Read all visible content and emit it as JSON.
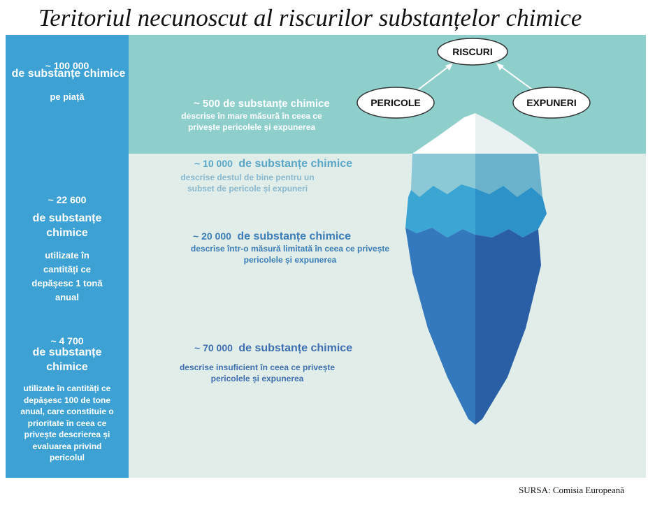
{
  "title": "Teritoriul necunoscut al riscurilor substanțelor chimice",
  "sidebar": {
    "block1": {
      "count": "~ 100 000",
      "name": "de substanțe chimice",
      "note": "pe piață"
    },
    "block2": {
      "count": "~ 22 600",
      "name_line1": "de substanțe",
      "name_line2": "chimice",
      "note_lines": [
        "utilizate în",
        "cantități ce",
        "depășesc 1 tonă",
        "anual"
      ]
    },
    "block3": {
      "count": "~ 4 700",
      "name_line1": "de substanțe",
      "name_line2": "chimice",
      "note_lines": [
        "utilizate în cantități ce",
        "depășesc 100 de tone",
        "anual, care constituie o",
        "prioritate în ceea ce",
        "privește  descrierea și",
        "evaluarea privind",
        "pericolul"
      ]
    }
  },
  "levels": {
    "above": {
      "head": "~ 500 de substanțe chimice",
      "desc_lines": [
        "descrise în mare măsură în ceea ce",
        "privește pericolele și expunerea"
      ]
    },
    "level1": {
      "count": "~ 10 000",
      "head": "de substanțe chimice",
      "desc_lines": [
        "descrise destul de bine pentru un",
        "subset de pericole și expuneri"
      ]
    },
    "level2": {
      "count": "~ 20 000",
      "head": "de substanțe chimice",
      "desc_lines": [
        "descrise într-o măsură limitată în ceea ce privește",
        "pericolele și expunerea"
      ]
    },
    "level3": {
      "count": "~ 70 000",
      "head": "de substanțe chimice",
      "desc_lines": [
        "descrise insuficient în ceea ce privește",
        "pericolele și expunerea"
      ]
    }
  },
  "risk_diagram": {
    "top": "RISCURI",
    "left": "PERICOLE",
    "right": "EXPUNERI"
  },
  "source": "SURSA: Comisia Europeană",
  "colors": {
    "sidebar": "#3da1d4",
    "sky": "#8ecfcc",
    "water": "#e0ede8",
    "level1_text": "#59a6c9",
    "level2_text": "#3c7db7",
    "level3_text": "#3f6fb1",
    "above_text": "#ffffff"
  }
}
